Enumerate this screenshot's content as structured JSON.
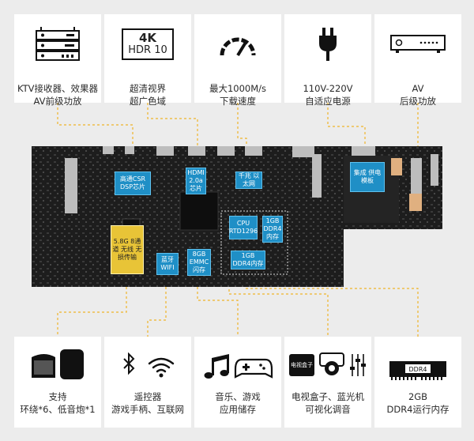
{
  "top_features": [
    {
      "icon": "av-receiver-icon",
      "line1": "KTV接收器、效果器",
      "line2": "AV前级功放"
    },
    {
      "icon": "4k-hdr-icon",
      "badge_top": "4K",
      "badge_bottom": "HDR 10",
      "line1": "超清视界",
      "line2": "超广色域"
    },
    {
      "icon": "speedometer-icon",
      "line1": "最大1000M/s",
      "line2": "下载速度"
    },
    {
      "icon": "power-plug-icon",
      "line1": "110V-220V",
      "line2": "自适应电源"
    },
    {
      "icon": "av-amplifier-icon",
      "line1": "AV",
      "line2": "后级功放"
    }
  ],
  "bottom_features": [
    {
      "icon": "speaker-icon",
      "line1": "支持",
      "line2": "环绕*6、低音炮*1"
    },
    {
      "icon": "bluetooth-wifi-icon",
      "line1": "遥控器",
      "line2": "游戏手柄、互联网"
    },
    {
      "icon": "music-gamepad-icon",
      "line1": "音乐、游戏",
      "line2": "应用储存"
    },
    {
      "icon": "tvbox-projector-icon",
      "badge": "电视盒子",
      "line1": "电视盒子、蓝光机",
      "line2": "可视化调音"
    },
    {
      "icon": "ddr4-memory-icon",
      "badge": "DDR4",
      "line1": "2GB",
      "line2": "DDR4运行内存"
    }
  ],
  "board_labels": {
    "csr": "高通CSR DSP芯片",
    "hdmi": "HDMI 2.0a 芯片",
    "ethernet": "千兆 以太网",
    "power": "集成 供电模板",
    "wireless": "5.8G 8通道 无线 无损传输",
    "bluetooth": "蓝牙 WIFI",
    "emmc": "8GB EMMC 闪存",
    "cpu": "CPU RTD1296",
    "ddr4": "1GB DDR4 内存",
    "ddr4b": "1GB DDR4内存"
  },
  "colors": {
    "chip_blue": "#1f8fc6",
    "chip_yellow": "#e8c437",
    "leader": "#f0b429",
    "board": "#1d1d1d"
  }
}
